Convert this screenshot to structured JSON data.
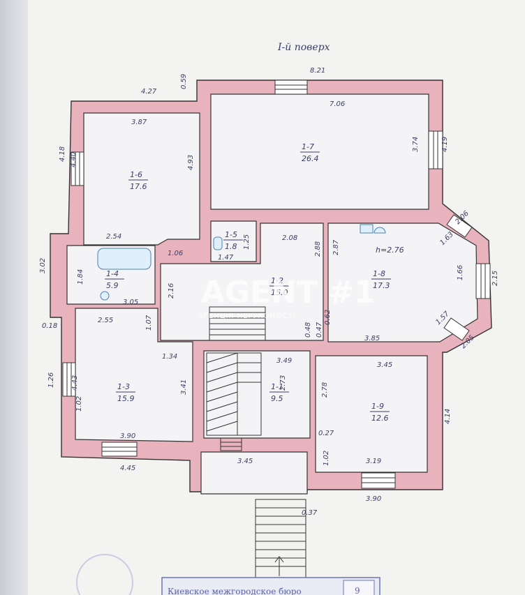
{
  "heading": "I-й поверх",
  "watermark": {
    "brand": "AGENT #1",
    "tagline": "АГЕНЦІЯ НЕРУХОМОСТІ"
  },
  "stamp_text": "Киевское межгородское бюро",
  "stamp_box": "9",
  "rooms": [
    {
      "code": "1-1",
      "area": "9.5"
    },
    {
      "code": "1-2",
      "area": "15.0"
    },
    {
      "code": "1-3",
      "area": "15.9"
    },
    {
      "code": "1-4",
      "area": "5.9"
    },
    {
      "code": "1-5",
      "area": "1.8"
    },
    {
      "code": "1-6",
      "area": "17.6"
    },
    {
      "code": "1-7",
      "area": "26.4"
    },
    {
      "code": "1-8",
      "area": "17.3"
    },
    {
      "code": "1-9",
      "area": "12.6"
    }
  ],
  "height_note": "h=2.76",
  "dimensions": [
    "8.21",
    "4.27",
    "0.59",
    "3.87",
    "7.06",
    "4.18",
    "4.40",
    "4.93",
    "3.74",
    "4.19",
    "2.54",
    "2.08",
    "2.06",
    "1.63",
    "1.06",
    "1.47",
    "1.25",
    "2.88",
    "2.87",
    "2.15",
    "1.66",
    "3.02",
    "1.84",
    "2.16",
    "3.05",
    "1.57",
    "2.05",
    "0.18",
    "2.55",
    "1.07",
    "1.34",
    "3.49",
    "0.48",
    "0.47",
    "0.62",
    "1.02",
    "3.85",
    "3.45",
    "4.43",
    "2.73",
    "2.78",
    "4.14",
    "1.26",
    "3.41",
    "3.90",
    "0.27",
    "1.02",
    "3.19",
    "4.45",
    "3.45",
    "3.90",
    "0.37"
  ]
}
